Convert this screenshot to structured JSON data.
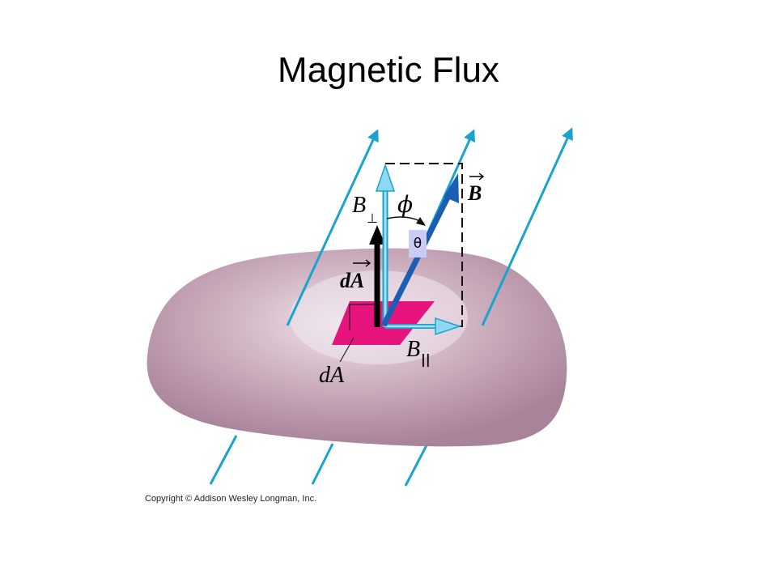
{
  "title": "Magnetic Flux",
  "labels": {
    "b_vector": "B",
    "b_perp": "B",
    "b_perp_sub": "⊥",
    "phi": "ϕ",
    "da_vector": "dA",
    "da_scalar": "dA",
    "b_par": "B",
    "b_par_sub": "||",
    "theta": "θ"
  },
  "copyright": "Copyright © Addison Wesley Longman, Inc.",
  "colors": {
    "field_lines": "#1aa3cf",
    "surface": "#b592a7",
    "area_element": "#e8147e",
    "b_vector": "#1a5fb4",
    "component_arrows": "#7fd3ee",
    "da_vector": "#000000"
  }
}
